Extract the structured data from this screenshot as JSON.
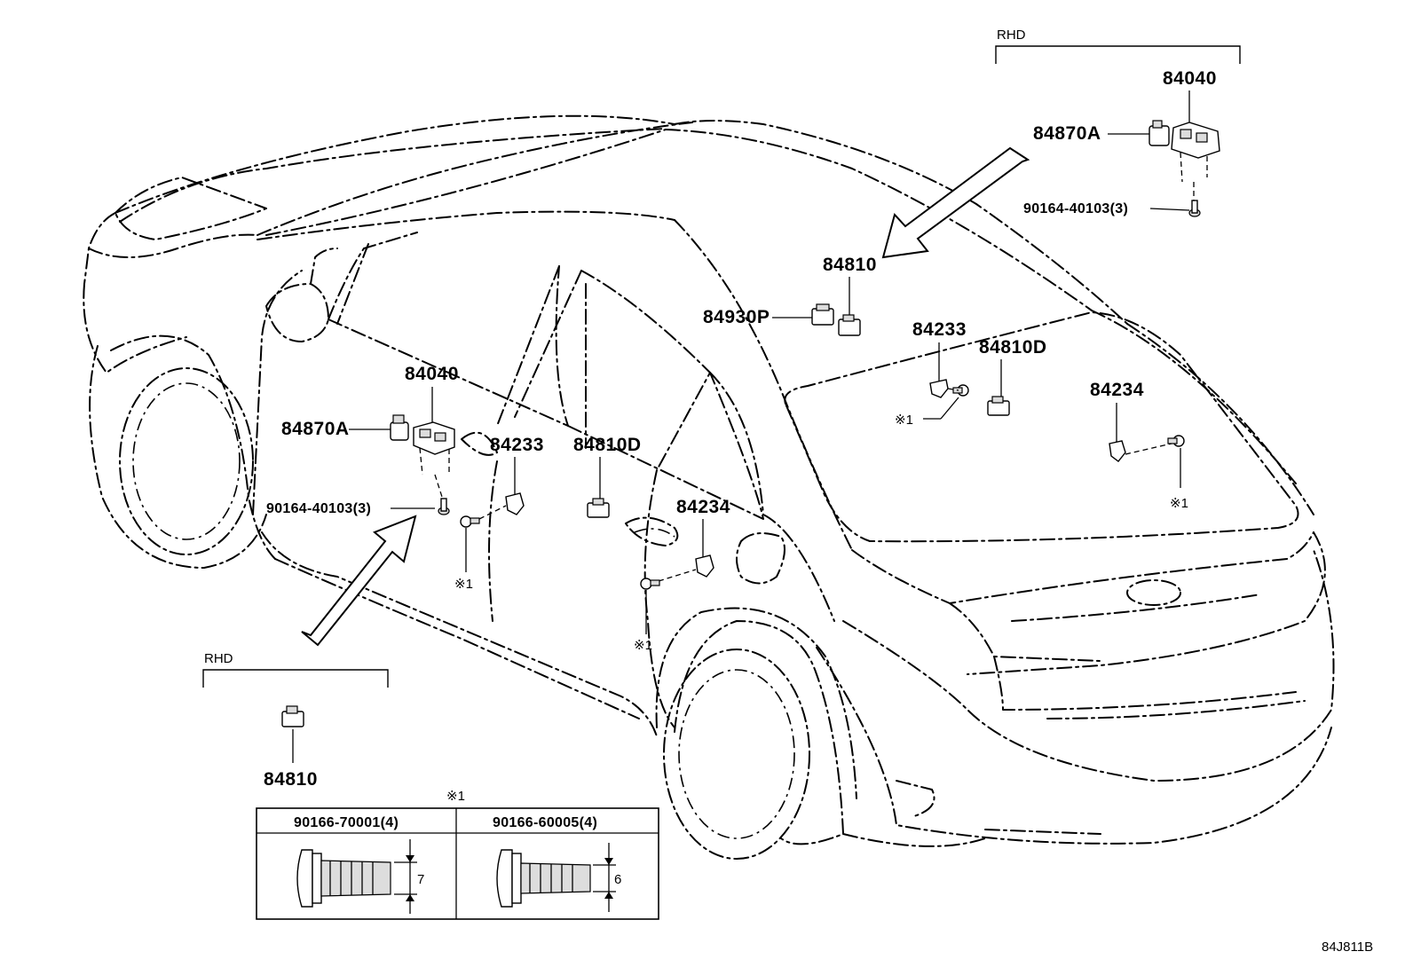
{
  "rhd_top": {
    "title": "RHD",
    "part_main": "84040",
    "part_switch": "84870A",
    "screw": "90164-40103(3)"
  },
  "callouts": {
    "p84810_center": "84810",
    "p84930P": "84930P",
    "p84233_right": "84233",
    "p84810D_right": "84810D",
    "p84234_right": "84234",
    "mark_right1": "※1",
    "mark_right2": "※1",
    "p84040_left": "84040",
    "p84870A_left": "84870A",
    "p84233_left": "84233",
    "p84810D_left": "84810D",
    "p84234_left": "84234",
    "screw_left": "90164-40103(3)",
    "mark_left1": "※1",
    "mark_left2": "※1"
  },
  "rhd_bottom": {
    "title": "RHD",
    "part": "84810"
  },
  "screw_table": {
    "mark": "※1",
    "columns": [
      {
        "part": "90166-70001(4)",
        "dim": "7"
      },
      {
        "part": "90166-60005(4)",
        "dim": "6"
      }
    ]
  },
  "diagram_id": "84J811B"
}
